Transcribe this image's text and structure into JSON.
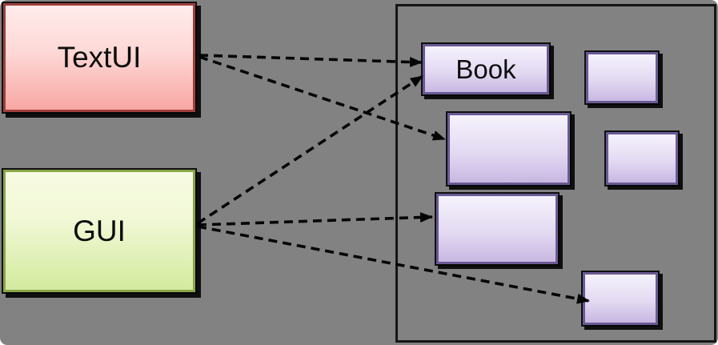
{
  "canvas": {
    "background_color": "#828282"
  },
  "nodes": {
    "textui": {
      "label": "TextUI",
      "fill_top": "#ffeceb",
      "fill_bottom": "#f8a7a3",
      "border_color": "#9e3f3c"
    },
    "gui": {
      "label": "GUI",
      "fill_top": "#f7fbe3",
      "fill_bottom": "#d3ea9e",
      "border_color": "#89a648"
    },
    "book": {
      "label": "Book",
      "fill_top": "#f5f2fc",
      "fill_bottom": "#c8b7e2",
      "border_color": "#6a5a93"
    },
    "module2": {
      "label": ""
    },
    "module3": {
      "label": ""
    },
    "module4": {
      "label": ""
    },
    "module5": {
      "label": ""
    },
    "module6": {
      "label": ""
    }
  },
  "container": {
    "border_color": "#151515",
    "fill": "none"
  },
  "arrows": {
    "color": "#050505",
    "style": "dashed",
    "edges": [
      {
        "from": "TextUI",
        "to": "Book"
      },
      {
        "from": "TextUI",
        "to": "module2"
      },
      {
        "from": "GUI",
        "to": "Book"
      },
      {
        "from": "GUI",
        "to": "module3"
      },
      {
        "from": "GUI",
        "to": "module6"
      }
    ]
  }
}
